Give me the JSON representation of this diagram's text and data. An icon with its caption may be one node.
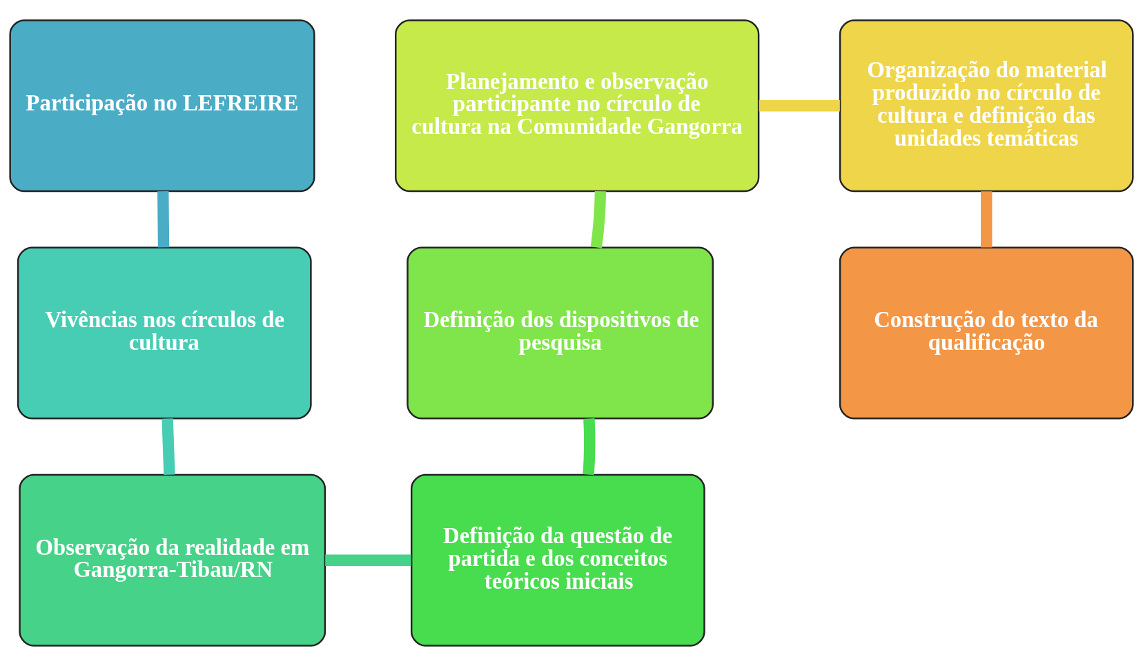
{
  "diagram": {
    "nodes": [
      {
        "text": [
          "Participação no LEFREIRE"
        ]
      },
      {
        "text": [
          "Vivências nos círculos de cultura"
        ]
      },
      {
        "text": [
          "Observação da realidade em Gangorra-Tibau/RN"
        ]
      },
      {
        "text": [
          "Definição da questão de partida e dos conceitos teóricos iniciais"
        ]
      },
      {
        "text": [
          "Definição dos dispositivos de pesquisa"
        ]
      },
      {
        "text": [
          "Planejamento e observação participante no círculo de cultura na Comunidade Gangorra"
        ]
      },
      {
        "text": [
          "Organização do material produzido no círculo de cultura e definição das unidades temáticas"
        ]
      },
      {
        "text": [
          "Construção do texto da qualificação"
        ]
      }
    ],
    "edges": [
      {
        "from": 0,
        "to": 1,
        "arrow": "none",
        "color": "#4bacc6"
      },
      {
        "from": 1,
        "to": 2,
        "arrow": "none",
        "color": "#48cdb5"
      },
      {
        "from": 2,
        "to": 3,
        "arrow": "none",
        "color": "#47d28a"
      },
      {
        "from": 3,
        "to": 4,
        "arrow": "none",
        "color": "#48dc4f"
      },
      {
        "from": 4,
        "to": 5,
        "arrow": "none",
        "color": "#80e54a"
      },
      {
        "from": 5,
        "to": 6,
        "arrow": "none",
        "color": "#efd54a"
      },
      {
        "from": 6,
        "to": 7,
        "arrow": "none",
        "color": "#f39646"
      }
    ]
  }
}
